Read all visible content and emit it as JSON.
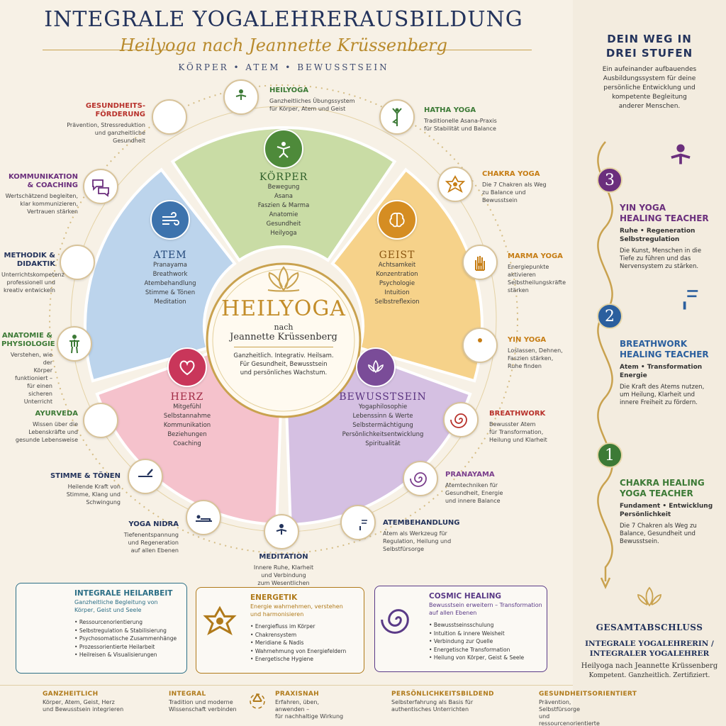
{
  "header": {
    "title": "INTEGRALE YOGALEHRERAUSBILDUNG",
    "subtitle": "Heilyoga nach Jeannette Krüssenberg",
    "tagline": "KÖRPER • ATEM • BEWUSSTSEIN"
  },
  "center": {
    "title": "HEILYOGA",
    "nach": "nach",
    "name": "Jeannette Krüssenberg",
    "desc1": "Ganzheitlich. Integrativ. Heilsam.",
    "desc2": "Für Gesundheit, Bewusstsein",
    "desc3": "und persönliches Wachstum."
  },
  "segments": {
    "koerper": {
      "title": "KÖRPER",
      "items": [
        "Bewegung",
        "Asana",
        "Faszien & Marma",
        "Anatomie",
        "Gesundheit",
        "Heilyoga"
      ]
    },
    "geist": {
      "title": "GEIST",
      "items": [
        "Achtsamkeit",
        "Konzentration",
        "Psychologie",
        "Intuition",
        "Selbstreflexion"
      ]
    },
    "bewusstsein": {
      "title": "BEWUSSTSEIN",
      "items": [
        "Yogaphilosophie",
        "Lebenssinn & Werte",
        "Selbstermächtigung",
        "Persönlichkeitsentwicklung",
        "Spiritualität"
      ]
    },
    "herz": {
      "title": "HERZ",
      "items": [
        "Mitgefühl",
        "Selbstannahme",
        "Kommunikation",
        "Beziehungen",
        "Coaching"
      ]
    },
    "atem": {
      "title": "ATEM",
      "items": [
        "Pranayama",
        "Breathwork",
        "Atembehandlung",
        "Stimme & Tönen",
        "Meditation"
      ]
    }
  },
  "ring": [
    {
      "title": "HEILYOGA",
      "desc": [
        "Ganzheitliches Übungssystem",
        "für Körper, Atem und Geist"
      ],
      "icon": "meditation-person-icon",
      "color": "#3c7a36"
    },
    {
      "title": "HATHA YOGA",
      "desc": [
        "Traditionelle Asana-Praxis",
        "für Stabilität und Balance"
      ],
      "icon": "tree-pose-icon",
      "color": "#3c7a36"
    },
    {
      "title": "CHAKRA YOGA",
      "desc": [
        "Die 7 Chakren als Weg",
        "zu Balance und",
        "Bewusstsein"
      ],
      "icon": "chakra-icon",
      "color": "#c67d14"
    },
    {
      "title": "MARMA YOGA",
      "desc": [
        "Energiepunkte aktivieren",
        "Selbstheilungskräfte",
        "stärken"
      ],
      "icon": "hand-icon",
      "color": "#c67d14"
    },
    {
      "title": "YIN YOGA",
      "desc": [
        "Loslassen, Dehnen,",
        "Faszien stärken,",
        "Ruhe finden"
      ],
      "icon": "yin-pose-icon",
      "color": "#c67d14"
    },
    {
      "title": "BREATHWORK",
      "desc": [
        "Bewusster Atem",
        "für Transformation,",
        "Heilung und Klarheit"
      ],
      "icon": "breath-spiral-icon",
      "color": "#b8322c"
    },
    {
      "title": "PRANAYAMA",
      "desc": [
        "Atemtechniken für",
        "Gesundheit, Energie",
        "und innere Balance"
      ],
      "icon": "spiral-icon",
      "color": "#7a3e8c"
    },
    {
      "title": "ATEMBEHANDLUNG",
      "desc": [
        "Atem als Werkzeug für",
        "Regulation, Heilung und",
        "Selbstfürsorge"
      ],
      "icon": "head-breath-icon",
      "color": "#23335c"
    },
    {
      "title": "MEDITATION",
      "desc": [
        "Innere Ruhe, Klarheit",
        "und Verbindung",
        "zum Wesentlichen"
      ],
      "icon": "meditation-icon",
      "color": "#23335c"
    },
    {
      "title": "YOGA NIDRA",
      "desc": [
        "Tiefenentspannung",
        "und Regeneration",
        "auf allen Ebenen"
      ],
      "icon": "lying-person-icon",
      "color": "#23335c"
    },
    {
      "title": "STIMME & TÖNEN",
      "desc": [
        "Heilende Kraft von",
        "Stimme, Klang und",
        "Schwingung"
      ],
      "icon": "singing-bowl-icon",
      "color": "#23335c"
    },
    {
      "title": "AYURVEDA",
      "desc": [
        "Wissen über die",
        "Lebenskräfte und",
        "gesunde Lebensweise"
      ],
      "icon": "leaf-icon",
      "color": "#3c7a36"
    },
    {
      "title": "ANATOMIE & PHYSIOLOGIE",
      "desc": [
        "Verstehen, wie der",
        "Körper funktioniert –",
        "für einen sicheren",
        "Unterricht"
      ],
      "icon": "body-icon",
      "color": "#3c7a36"
    },
    {
      "title": "METHODIK & DIDAKTIK",
      "desc": [
        "Unterrichtskompetenz",
        "professionell und",
        "kreativ entwickeln"
      ],
      "icon": "book-icon",
      "color": "#23335c"
    },
    {
      "title": "KOMMUNIKATION & COACHING",
      "desc": [
        "Wertschätzend begleiten,",
        "klar kommunizieren,",
        "Vertrauen stärken"
      ],
      "icon": "speech-bubbles-icon",
      "color": "#6b2f7d"
    },
    {
      "title": "GESUNDHEITS- FÖRDERUNG",
      "desc": [
        "Prävention, Stressreduktion",
        "und ganzheitliche",
        "Gesundheit"
      ],
      "icon": "heart-hands-icon",
      "color": "#b8322c"
    }
  ],
  "boxes": [
    {
      "title": "INTEGRALE HEILARBEIT",
      "sub": [
        "Ganzheitliche Begleitung von",
        "Körper, Geist und Seele"
      ],
      "items": [
        "Ressourcenorientierung",
        "Selbstregulation & Stabilisierung",
        "Psychosomatische Zusammenhänge",
        "Prozessorientierte Heilarbeit",
        "Heilreisen & Visualisierungen"
      ],
      "color": "#2c6f86"
    },
    {
      "title": "ENERGETIK",
      "sub": [
        "Energie wahrnehmen, verstehen",
        "und harmonisieren"
      ],
      "items": [
        "Energiefluss im Körper",
        "Chakrensystem",
        "Meridiane & Nadis",
        "Wahrnehmung von Energiefeldern",
        "Energetische Hygiene"
      ],
      "color": "#b07a1a"
    },
    {
      "title": "COSMIC HEALING",
      "sub": [
        "Bewusstsein erweitern – Transformation",
        "auf allen Ebenen"
      ],
      "items": [
        "Bewusstseinsschulung",
        "Intuition & innere Weisheit",
        "Verbindung zur Quelle",
        "Energetische Transformation",
        "Heilung von Körper, Geist & Seele"
      ],
      "color": "#5a3a87"
    }
  ],
  "steps_header": {
    "title1": "DEIN WEG IN",
    "title2": "DREI STUFEN",
    "desc": [
      "Ein aufeinander aufbauendes",
      "Ausbildungssystem für deine",
      "persönliche Entwicklung und",
      "kompetente Begleitung",
      "anderer Menschen."
    ]
  },
  "steps": [
    {
      "num": "3",
      "title": [
        "YIN YOGA",
        "HEALING TEACHER"
      ],
      "keys": [
        "Ruhe • Regeneration",
        "Selbstregulation"
      ],
      "desc": [
        "Die Kunst, Menschen in die",
        "Tiefe zu führen und das",
        "Nervensystem zu stärken."
      ],
      "color": "#6b2f7d"
    },
    {
      "num": "2",
      "title": [
        "BREATHWORK",
        "HEALING TEACHER"
      ],
      "keys": [
        "Atem • Transformation",
        "Energie"
      ],
      "desc": [
        "Die Kraft des Atems nutzen,",
        "um Heilung, Klarheit und",
        "innere Freiheit zu fördern."
      ],
      "color": "#2b5f9e"
    },
    {
      "num": "1",
      "title": [
        "CHAKRA HEALING",
        "YOGA TEACHER"
      ],
      "keys": [
        "Fundament • Entwicklung",
        "Persönlichkeit"
      ],
      "desc": [
        "Die 7 Chakren als Weg zu",
        "Balance, Gesundheit und",
        "Bewusstsein."
      ],
      "color": "#3c7a36"
    }
  ],
  "final": {
    "title": "GESAMTABSCHLUSS",
    "line1": "INTEGRALE YOGALEHRERIN /",
    "line2": "INTEGRALER YOGALEHRER",
    "line3": "Heilyoga nach Jeannette Krüssenberg",
    "line4": "Kompetent. Ganzheitlich. Zertifiziert."
  },
  "bottom": [
    {
      "title": "GANZHEITLICH",
      "desc": [
        "Körper, Atem, Geist, Herz",
        "und Bewusstsein integrieren"
      ],
      "icon": "heart-outline-icon",
      "color": "#b07a1a"
    },
    {
      "title": "INTEGRAL",
      "desc": [
        "Tradition und moderne",
        "Wissenschaft verbinden"
      ],
      "icon": "infinity-icon",
      "color": "#b07a1a"
    },
    {
      "title": "PRAXISNAH",
      "desc": [
        "Erfahren, üben, anwenden –",
        "für nachhaltige Wirkung"
      ],
      "icon": "recycle-icon",
      "color": "#b07a1a"
    },
    {
      "title": "PERSÖNLICHKEITSBILDEND",
      "desc": [
        "Selbsterfahrung als Basis für",
        "authentisches Unterrichten"
      ],
      "icon": "lotus-outline-icon",
      "color": "#b07a1a"
    },
    {
      "title": "GESUNDHEITSORIENTIERT",
      "desc": [
        "Prävention, Selbstfürsorge und",
        "ressourcenorientierte Begleitung"
      ],
      "icon": "lotus-outline-icon",
      "color": "#b07a1a"
    }
  ]
}
